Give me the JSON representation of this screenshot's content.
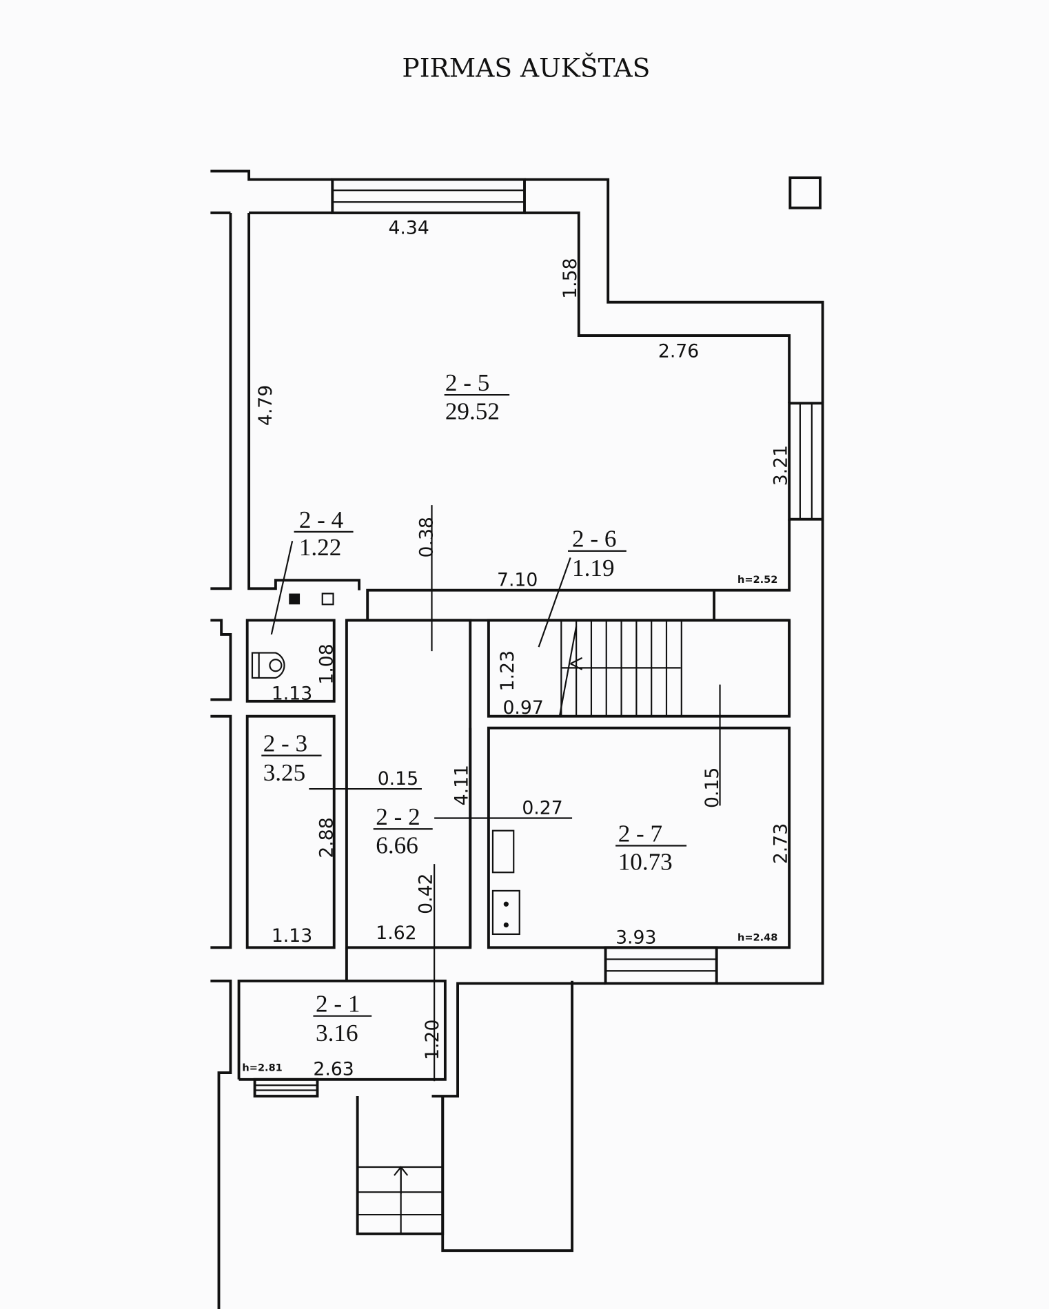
{
  "title": "PIRMAS AUKŠTAS",
  "rooms": [
    {
      "id": "2 - 5",
      "area": "29.52"
    },
    {
      "id": "2 - 4",
      "area": "1.22"
    },
    {
      "id": "2 - 6",
      "area": "1.19"
    },
    {
      "id": "2 - 3",
      "area": "3.25"
    },
    {
      "id": "2 - 2",
      "area": "6.66"
    },
    {
      "id": "2 - 7",
      "area": "10.73"
    },
    {
      "id": "2 - 1",
      "area": "3.16"
    }
  ],
  "dimensions": {
    "top_width": "4.34",
    "top_step": "1.58",
    "right_step": "2.76",
    "left_height": "4.79",
    "right_height": "3.21",
    "wall_038": "0.38",
    "corridor_length": "7.10",
    "wc_height": "1.08",
    "wc_width": "1.13",
    "stair_height": "1.23",
    "stair_width": "0.97",
    "wall_015_left": "0.15",
    "hall_length": "4.11",
    "wall_027": "0.27",
    "wall_015_right": "0.15",
    "room23_height": "2.88",
    "room27_height": "2.73",
    "wall_042": "0.42",
    "room23_width": "1.13",
    "hall_width": "1.62",
    "room27_width": "3.93",
    "entry_height": "1.20",
    "entry_width": "2.63"
  },
  "heights": {
    "upper": "h=2.52",
    "kitchen": "h=2.48",
    "entry": "h=2.81"
  }
}
